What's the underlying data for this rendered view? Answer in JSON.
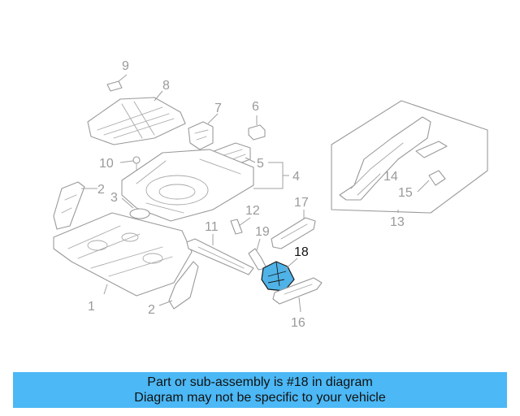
{
  "diagram": {
    "callouts": {
      "c1": "1",
      "c2a": "2",
      "c2b": "2",
      "c3": "3",
      "c4": "4",
      "c5": "5",
      "c6": "6",
      "c7": "7",
      "c8": "8",
      "c9": "9",
      "c10": "10",
      "c11": "11",
      "c12": "12",
      "c13": "13",
      "c14": "14",
      "c15": "15",
      "c16": "16",
      "c17": "17",
      "c18": "18",
      "c19": "19"
    },
    "highlight_color": "#4fb3e8"
  },
  "banner": {
    "line1": "Part or sub-assembly is #18 in diagram",
    "line2": "Diagram may not be specific to your vehicle",
    "background": "#4cb8f5"
  }
}
